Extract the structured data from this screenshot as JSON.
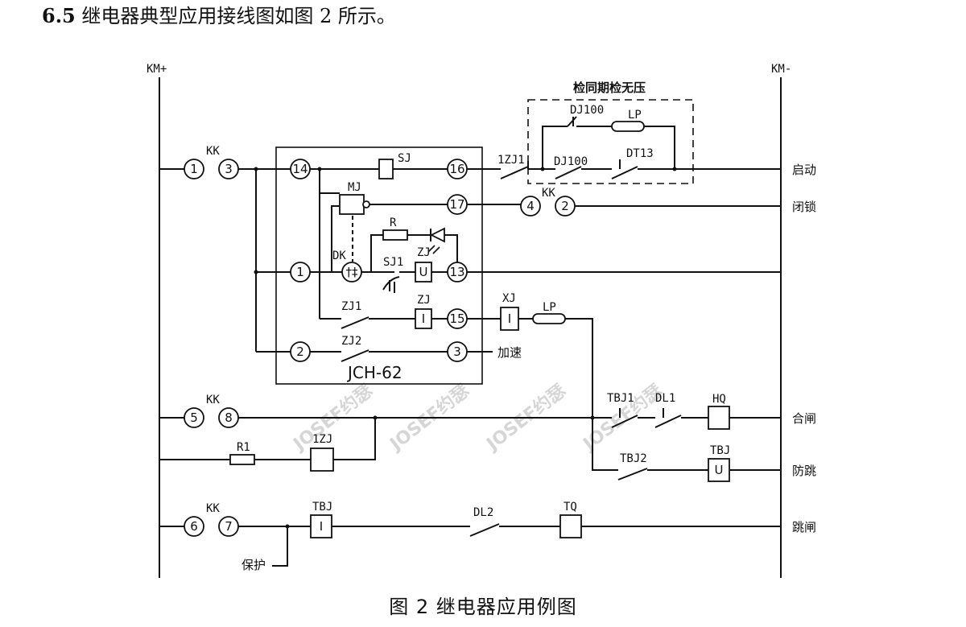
{
  "heading": {
    "number": "6.5",
    "text": " 继电器典型应用接线图如图 2 所示。"
  },
  "caption": "图 2  继电器应用例图",
  "bus": {
    "left": "KM+",
    "right": "KM-"
  },
  "relay_model": "JCH-62",
  "dashed_box_title": "检同期检无压",
  "outputs": {
    "qidong": "启动",
    "bisuo": "闭锁",
    "hezha": "合闸",
    "fangtiao": "防跳",
    "tiaozha": "跳闸"
  },
  "labels": {
    "kk": "KK",
    "sj": "SJ",
    "mj": "MJ",
    "r": "R",
    "dk": "DK",
    "sj1": "SJ1",
    "zj": "ZJ",
    "zj1": "ZJ1",
    "zj2": "ZJ2",
    "xj": "XJ",
    "lp": "LP",
    "one_zj1": "1ZJ1",
    "dj100": "DJ100",
    "dt13": "DT13",
    "tbj1": "TBJ1",
    "dl1": "DL1",
    "hq": "HQ",
    "tbj2": "TBJ2",
    "tbj": "TBJ",
    "r1": "R1",
    "one_zj": "1ZJ",
    "dl2": "DL2",
    "tq": "TQ",
    "jiasu": "加速",
    "baohu": "保护"
  },
  "coil_marks": {
    "u": "U",
    "i": "I",
    "dk_mark": "†‡"
  },
  "terminals": {
    "t1": "1",
    "t2": "2",
    "t3": "3",
    "t4": "4",
    "t5": "5",
    "t6": "6",
    "t7": "7",
    "t8": "8",
    "t13": "13",
    "t14": "14",
    "t15": "15",
    "t16": "16",
    "t17": "17"
  },
  "watermark": "JOSEF约瑟"
}
